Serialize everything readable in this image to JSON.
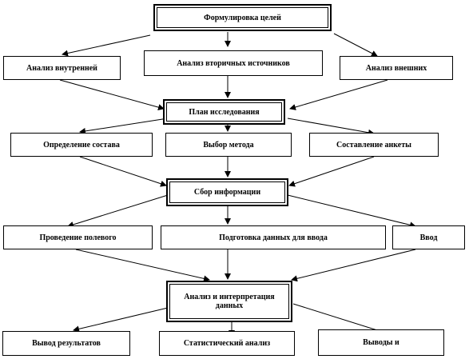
{
  "diagram": {
    "goals": "Формулировка целей",
    "row1": {
      "internal": "Анализ внутренней",
      "secondary": "Анализ вторичных источников",
      "external": "Анализ внешних"
    },
    "plan": "План исследования",
    "row2": {
      "sample": "Определение состава",
      "method": "Выбор метода",
      "questionnaire": "Составление анкеты"
    },
    "collection": "Сбор информации",
    "row3": {
      "field": "Проведение полевого",
      "prep": "Подготовка данных для ввода",
      "input": "Ввод"
    },
    "analysis": "Анализ и интерпретация данных",
    "row4": {
      "results": "Вывод результатов",
      "stat": "Статистический анализ",
      "conclusions": "Выводы и"
    }
  }
}
